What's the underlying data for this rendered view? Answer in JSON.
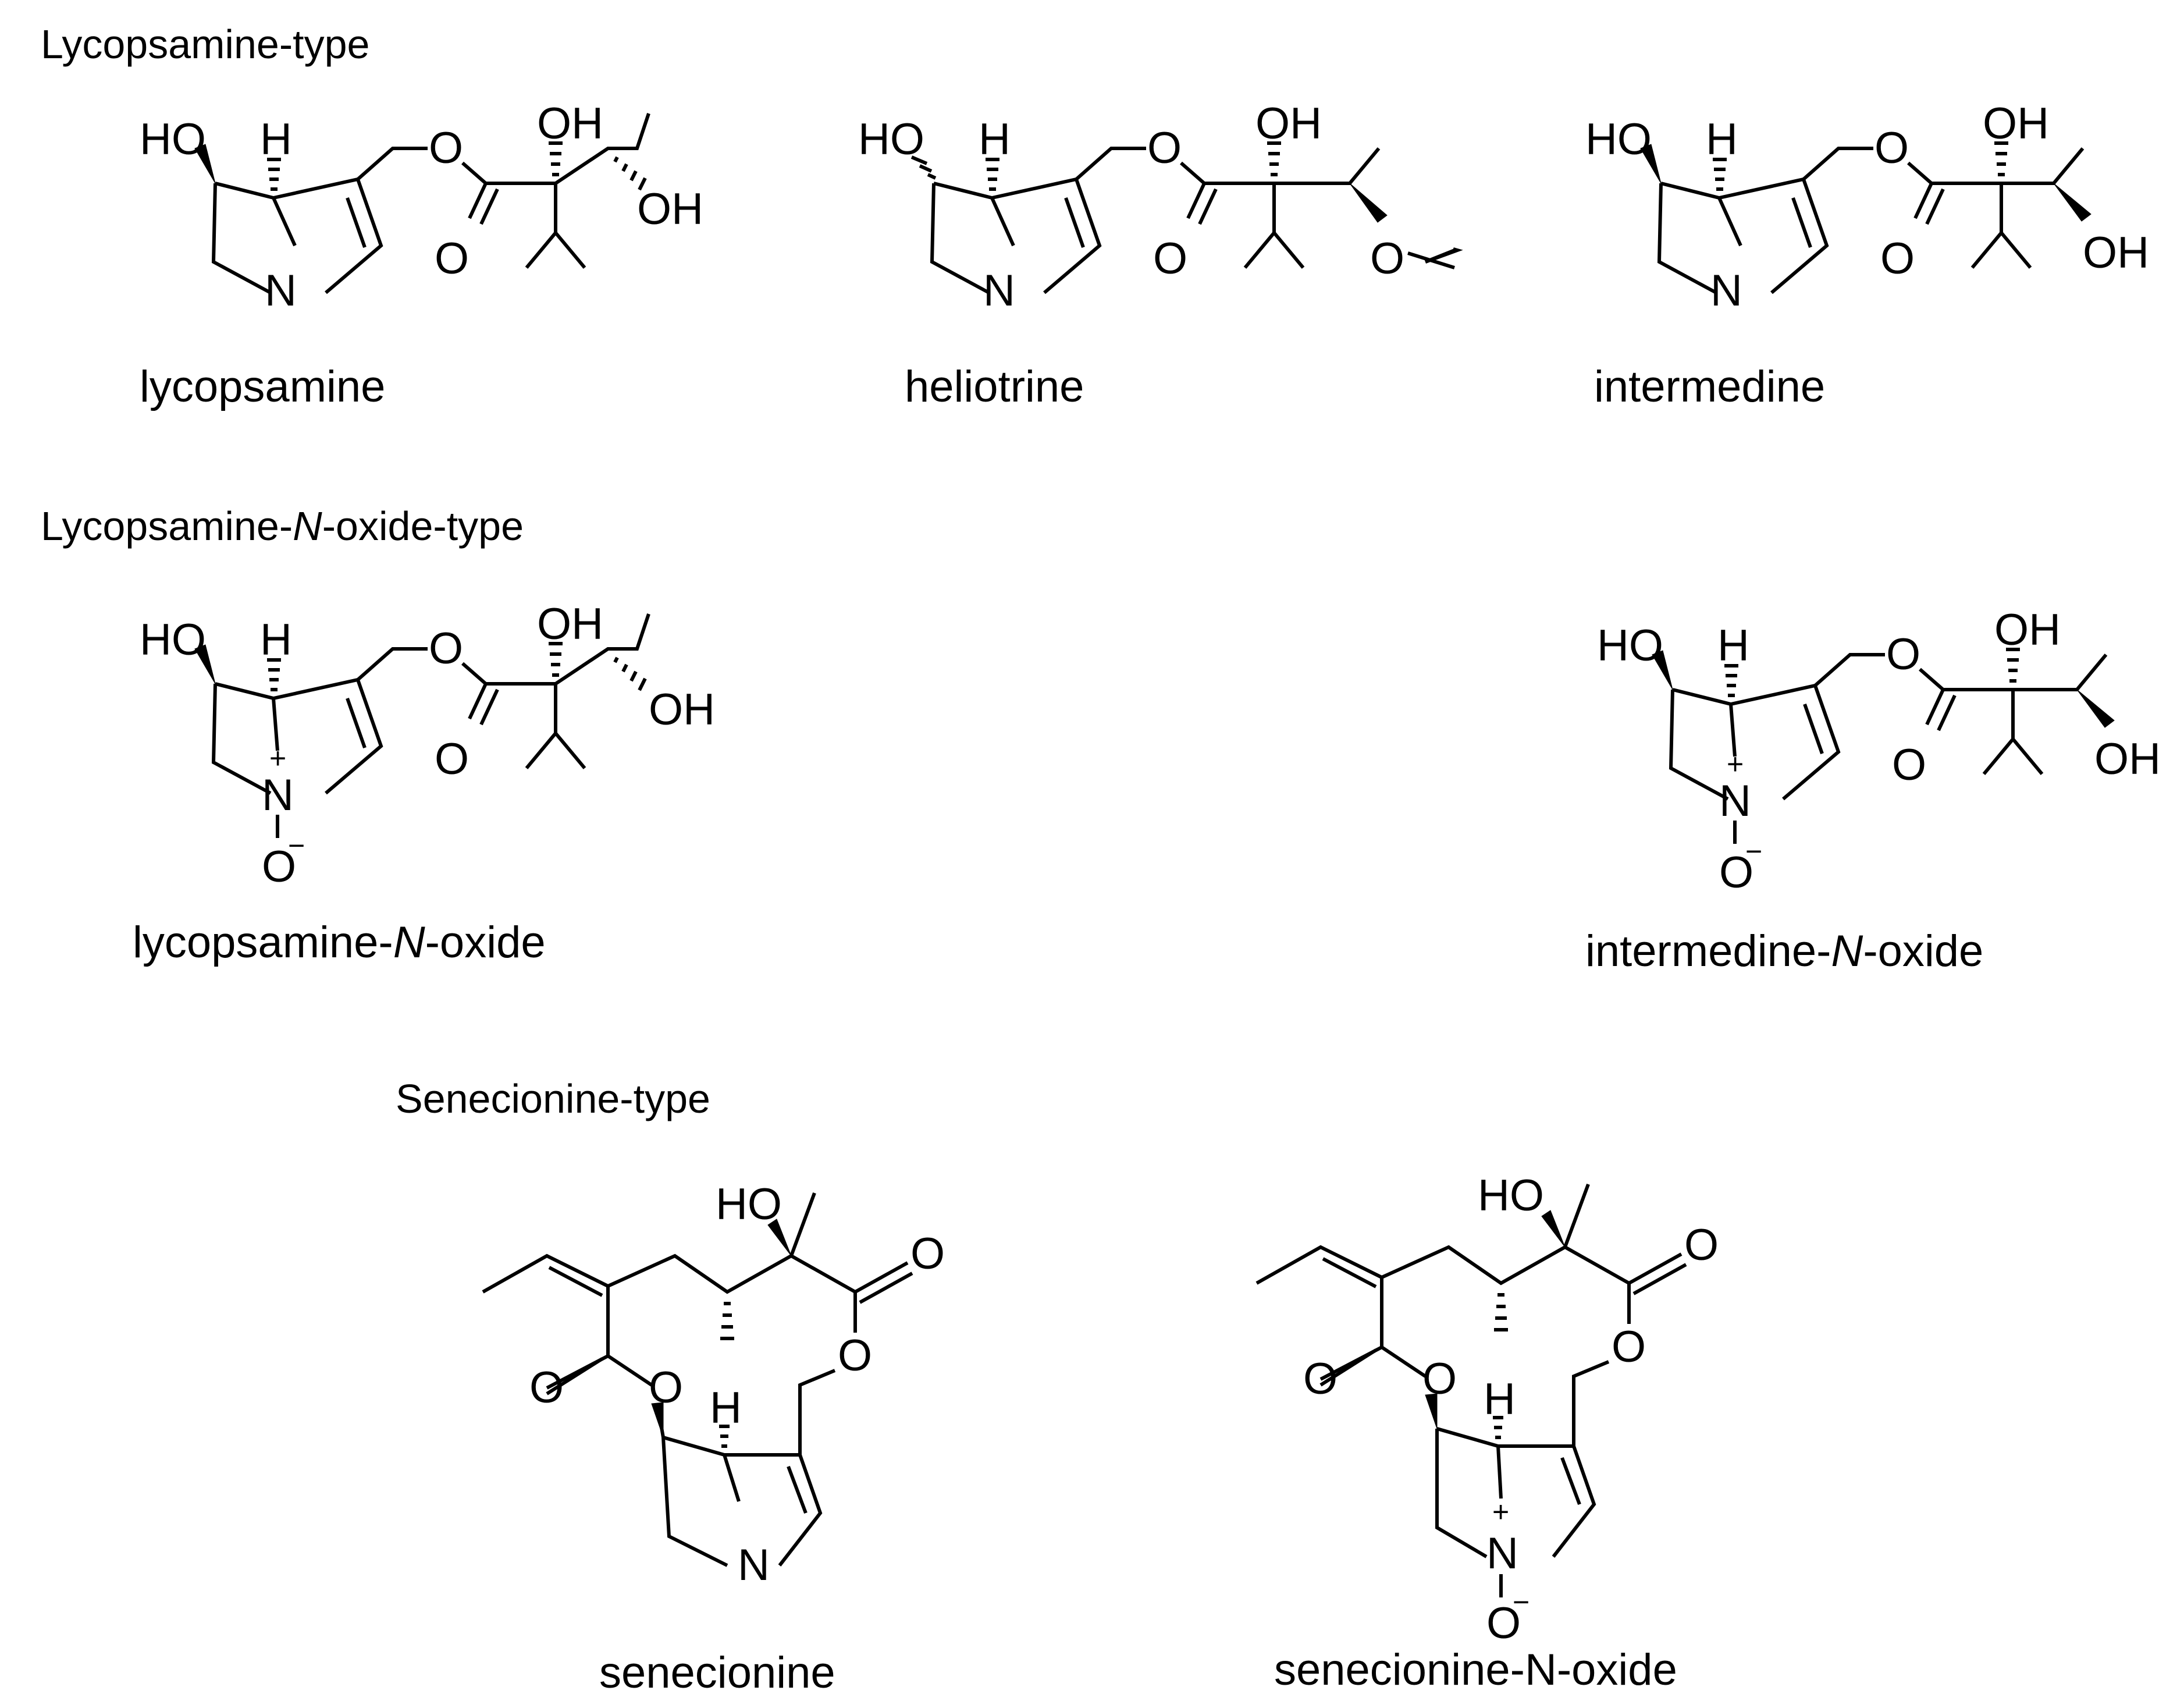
{
  "sections": {
    "lycopsamine_type": "Lycopsamine-type",
    "noxide_type_prefix": "Lycopsamine-",
    "noxide_type_italic": "N",
    "noxide_type_suffix": "-oxide-type",
    "senecionine_type": "Senecionine-type"
  },
  "compounds": {
    "lycopsamine": "lycopsamine",
    "heliotrine": "heliotrine",
    "intermedine": "intermedine",
    "lycopsamine_noxide_prefix": "lycopsamine-",
    "lycopsamine_noxide_italic": "N",
    "lycopsamine_noxide_suffix": "-oxide",
    "intermedine_noxide_prefix": "intermedine-",
    "intermedine_noxide_italic": "N",
    "intermedine_noxide_suffix": "-oxide",
    "senecionine": "senecionine",
    "senecionine_noxide": "senecionine-N-oxide"
  },
  "atoms": {
    "HO": "HO",
    "OH": "OH",
    "H": "H",
    "N": "N",
    "O": "O",
    "plus": "+",
    "minus": "−"
  },
  "colors": {
    "ink": "#000000",
    "background": "#ffffff"
  }
}
